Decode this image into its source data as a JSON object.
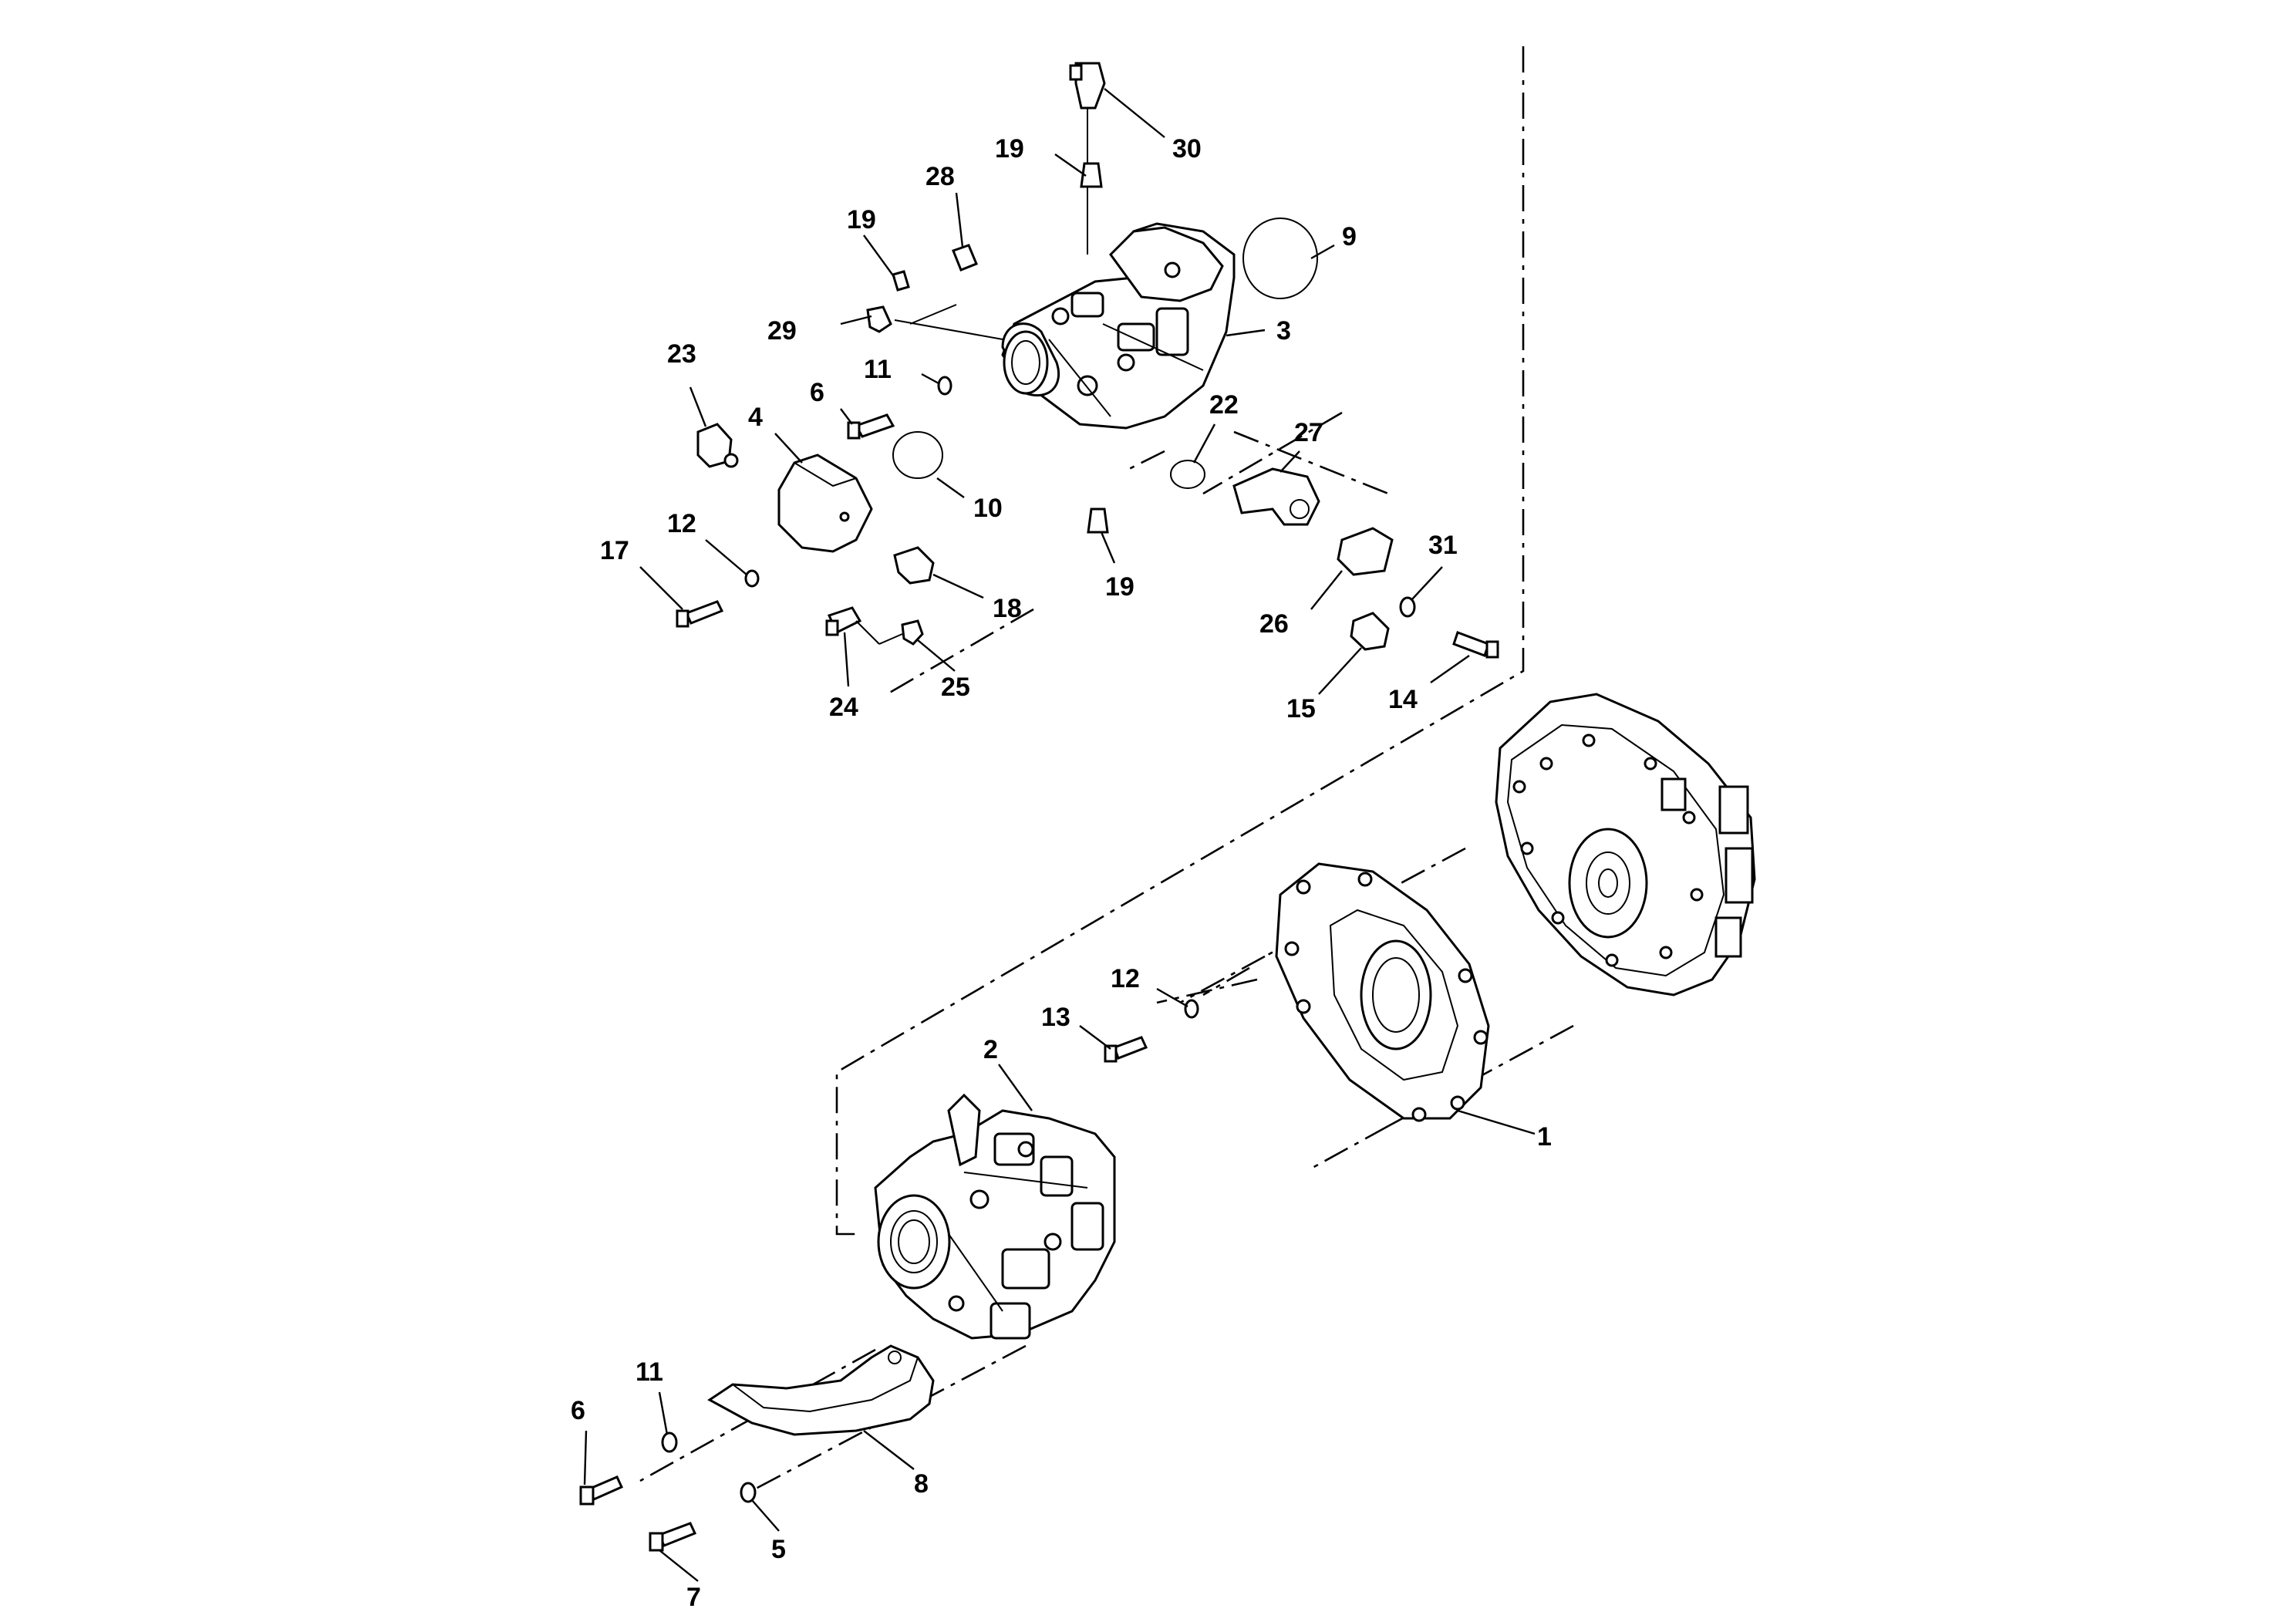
{
  "diagram": {
    "callouts": [
      {
        "id": "c30",
        "label": "30"
      },
      {
        "id": "c19a",
        "label": "19"
      },
      {
        "id": "c28",
        "label": "28"
      },
      {
        "id": "c19b",
        "label": "19"
      },
      {
        "id": "c9",
        "label": "9"
      },
      {
        "id": "c29",
        "label": "29"
      },
      {
        "id": "c3",
        "label": "3"
      },
      {
        "id": "c23",
        "label": "23"
      },
      {
        "id": "c11a",
        "label": "11"
      },
      {
        "id": "c6a",
        "label": "6"
      },
      {
        "id": "c4",
        "label": "4"
      },
      {
        "id": "c22",
        "label": "22"
      },
      {
        "id": "c27",
        "label": "27"
      },
      {
        "id": "c10",
        "label": "10"
      },
      {
        "id": "c12a",
        "label": "12"
      },
      {
        "id": "c17",
        "label": "17"
      },
      {
        "id": "c18",
        "label": "18"
      },
      {
        "id": "c19c",
        "label": "19"
      },
      {
        "id": "c31",
        "label": "31"
      },
      {
        "id": "c26",
        "label": "26"
      },
      {
        "id": "c25",
        "label": "25"
      },
      {
        "id": "c24",
        "label": "24"
      },
      {
        "id": "c15",
        "label": "15"
      },
      {
        "id": "c14",
        "label": "14"
      },
      {
        "id": "c12b",
        "label": "12"
      },
      {
        "id": "c13",
        "label": "13"
      },
      {
        "id": "c2",
        "label": "2"
      },
      {
        "id": "c1",
        "label": "1"
      },
      {
        "id": "c11b",
        "label": "11"
      },
      {
        "id": "c6b",
        "label": "6"
      },
      {
        "id": "c8",
        "label": "8"
      },
      {
        "id": "c5",
        "label": "5"
      },
      {
        "id": "c7",
        "label": "7"
      }
    ]
  }
}
